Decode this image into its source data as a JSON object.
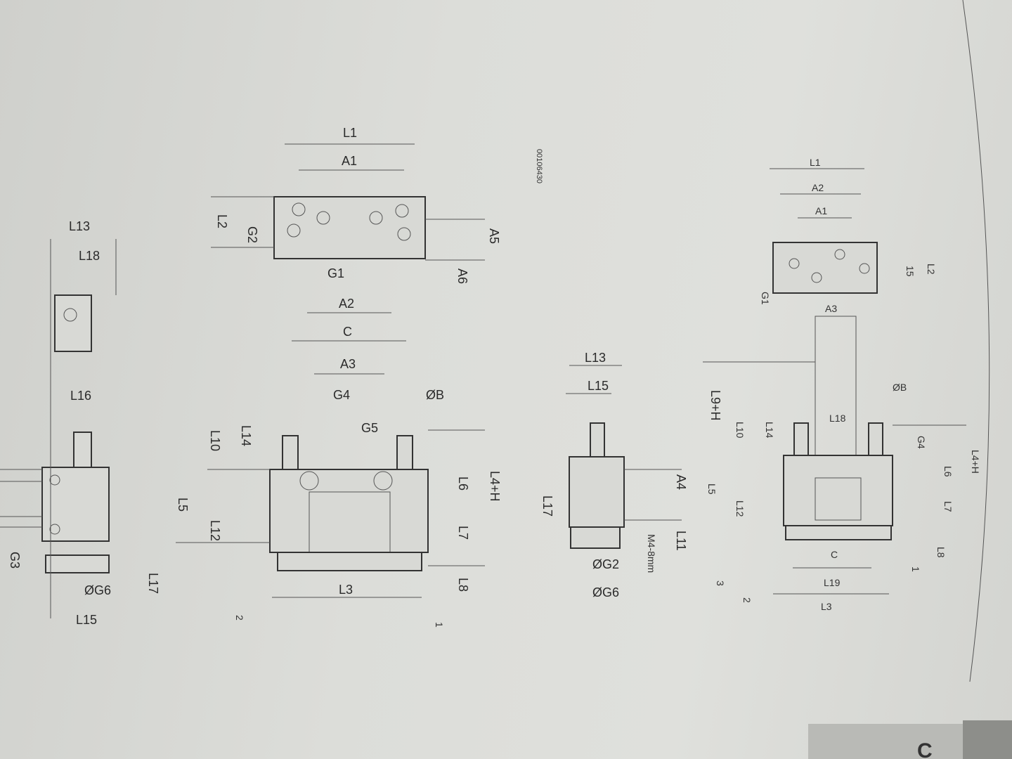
{
  "drawing_code": "00106430",
  "side_view_left": {
    "labels": [
      "L13",
      "L18",
      "L16",
      "G3",
      "ØG6",
      "L15",
      "L17"
    ]
  },
  "top_plate_view": {
    "labels": [
      "L1",
      "A1",
      "L2",
      "G2",
      "A5",
      "A6",
      "G1",
      "A2"
    ]
  },
  "front_view": {
    "labels": [
      "C",
      "A3",
      "G4",
      "ØB",
      "G5",
      "L14",
      "L10",
      "L5",
      "L12",
      "L6",
      "L7",
      "L4+H",
      "L8",
      "L3",
      "2",
      "1"
    ]
  },
  "small_side_view": {
    "labels": [
      "L13",
      "L15",
      "L17",
      "A4",
      "L11",
      "M4-8mm",
      "ØG2",
      "ØG6"
    ]
  },
  "right_assembly_view": {
    "labels": [
      "L1",
      "A2",
      "A1",
      "15",
      "L2",
      "G1",
      "A3",
      "L9+H",
      "ØB",
      "L18",
      "L14",
      "L10",
      "G4",
      "L6",
      "L5",
      "L12",
      "L7",
      "L4+H",
      "L8",
      "C",
      "L19",
      "L3",
      "3",
      "2",
      "1"
    ]
  },
  "footer_fragment": "C"
}
